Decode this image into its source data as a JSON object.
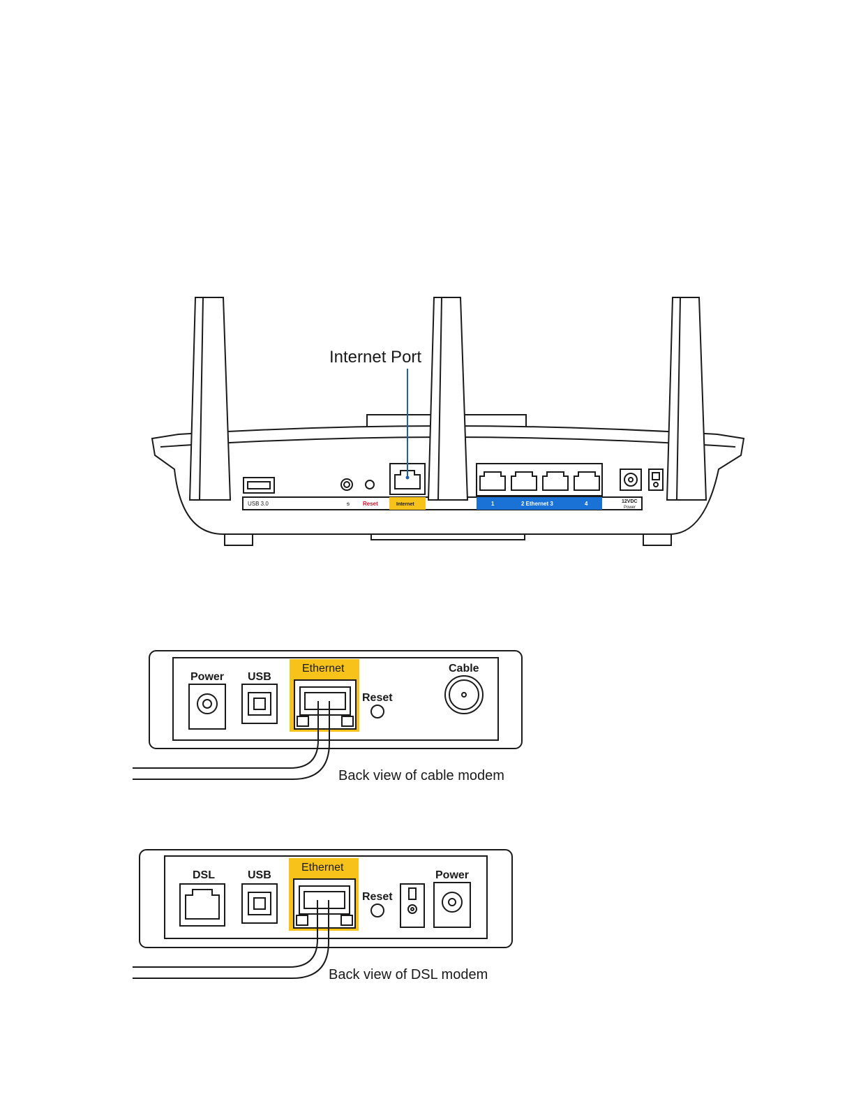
{
  "router": {
    "callout_label": "Internet Port",
    "ports": {
      "usb": "USB 3.0",
      "reset": "Reset",
      "internet": "Internet",
      "eth1": "1",
      "eth_label": "2  Ethernet  3",
      "eth4": "4",
      "power_top": "12VDC",
      "power_bottom": "Power"
    }
  },
  "cable_modem": {
    "labels": {
      "power": "Power",
      "usb": "USB",
      "ethernet": "Ethernet",
      "reset": "Reset",
      "cable": "Cable"
    },
    "caption": "Back view of cable modem"
  },
  "dsl_modem": {
    "labels": {
      "dsl": "DSL",
      "usb": "USB",
      "ethernet": "Ethernet",
      "reset": "Reset",
      "power": "Power"
    },
    "caption": "Back view of DSL modem"
  },
  "colors": {
    "line": "#1a1a1a",
    "internet_highlight": "#f7c31b",
    "ethernet_highlight": "#1a72d6",
    "reset_red": "#d0112b",
    "callout_blue": "#1f5fa8"
  }
}
